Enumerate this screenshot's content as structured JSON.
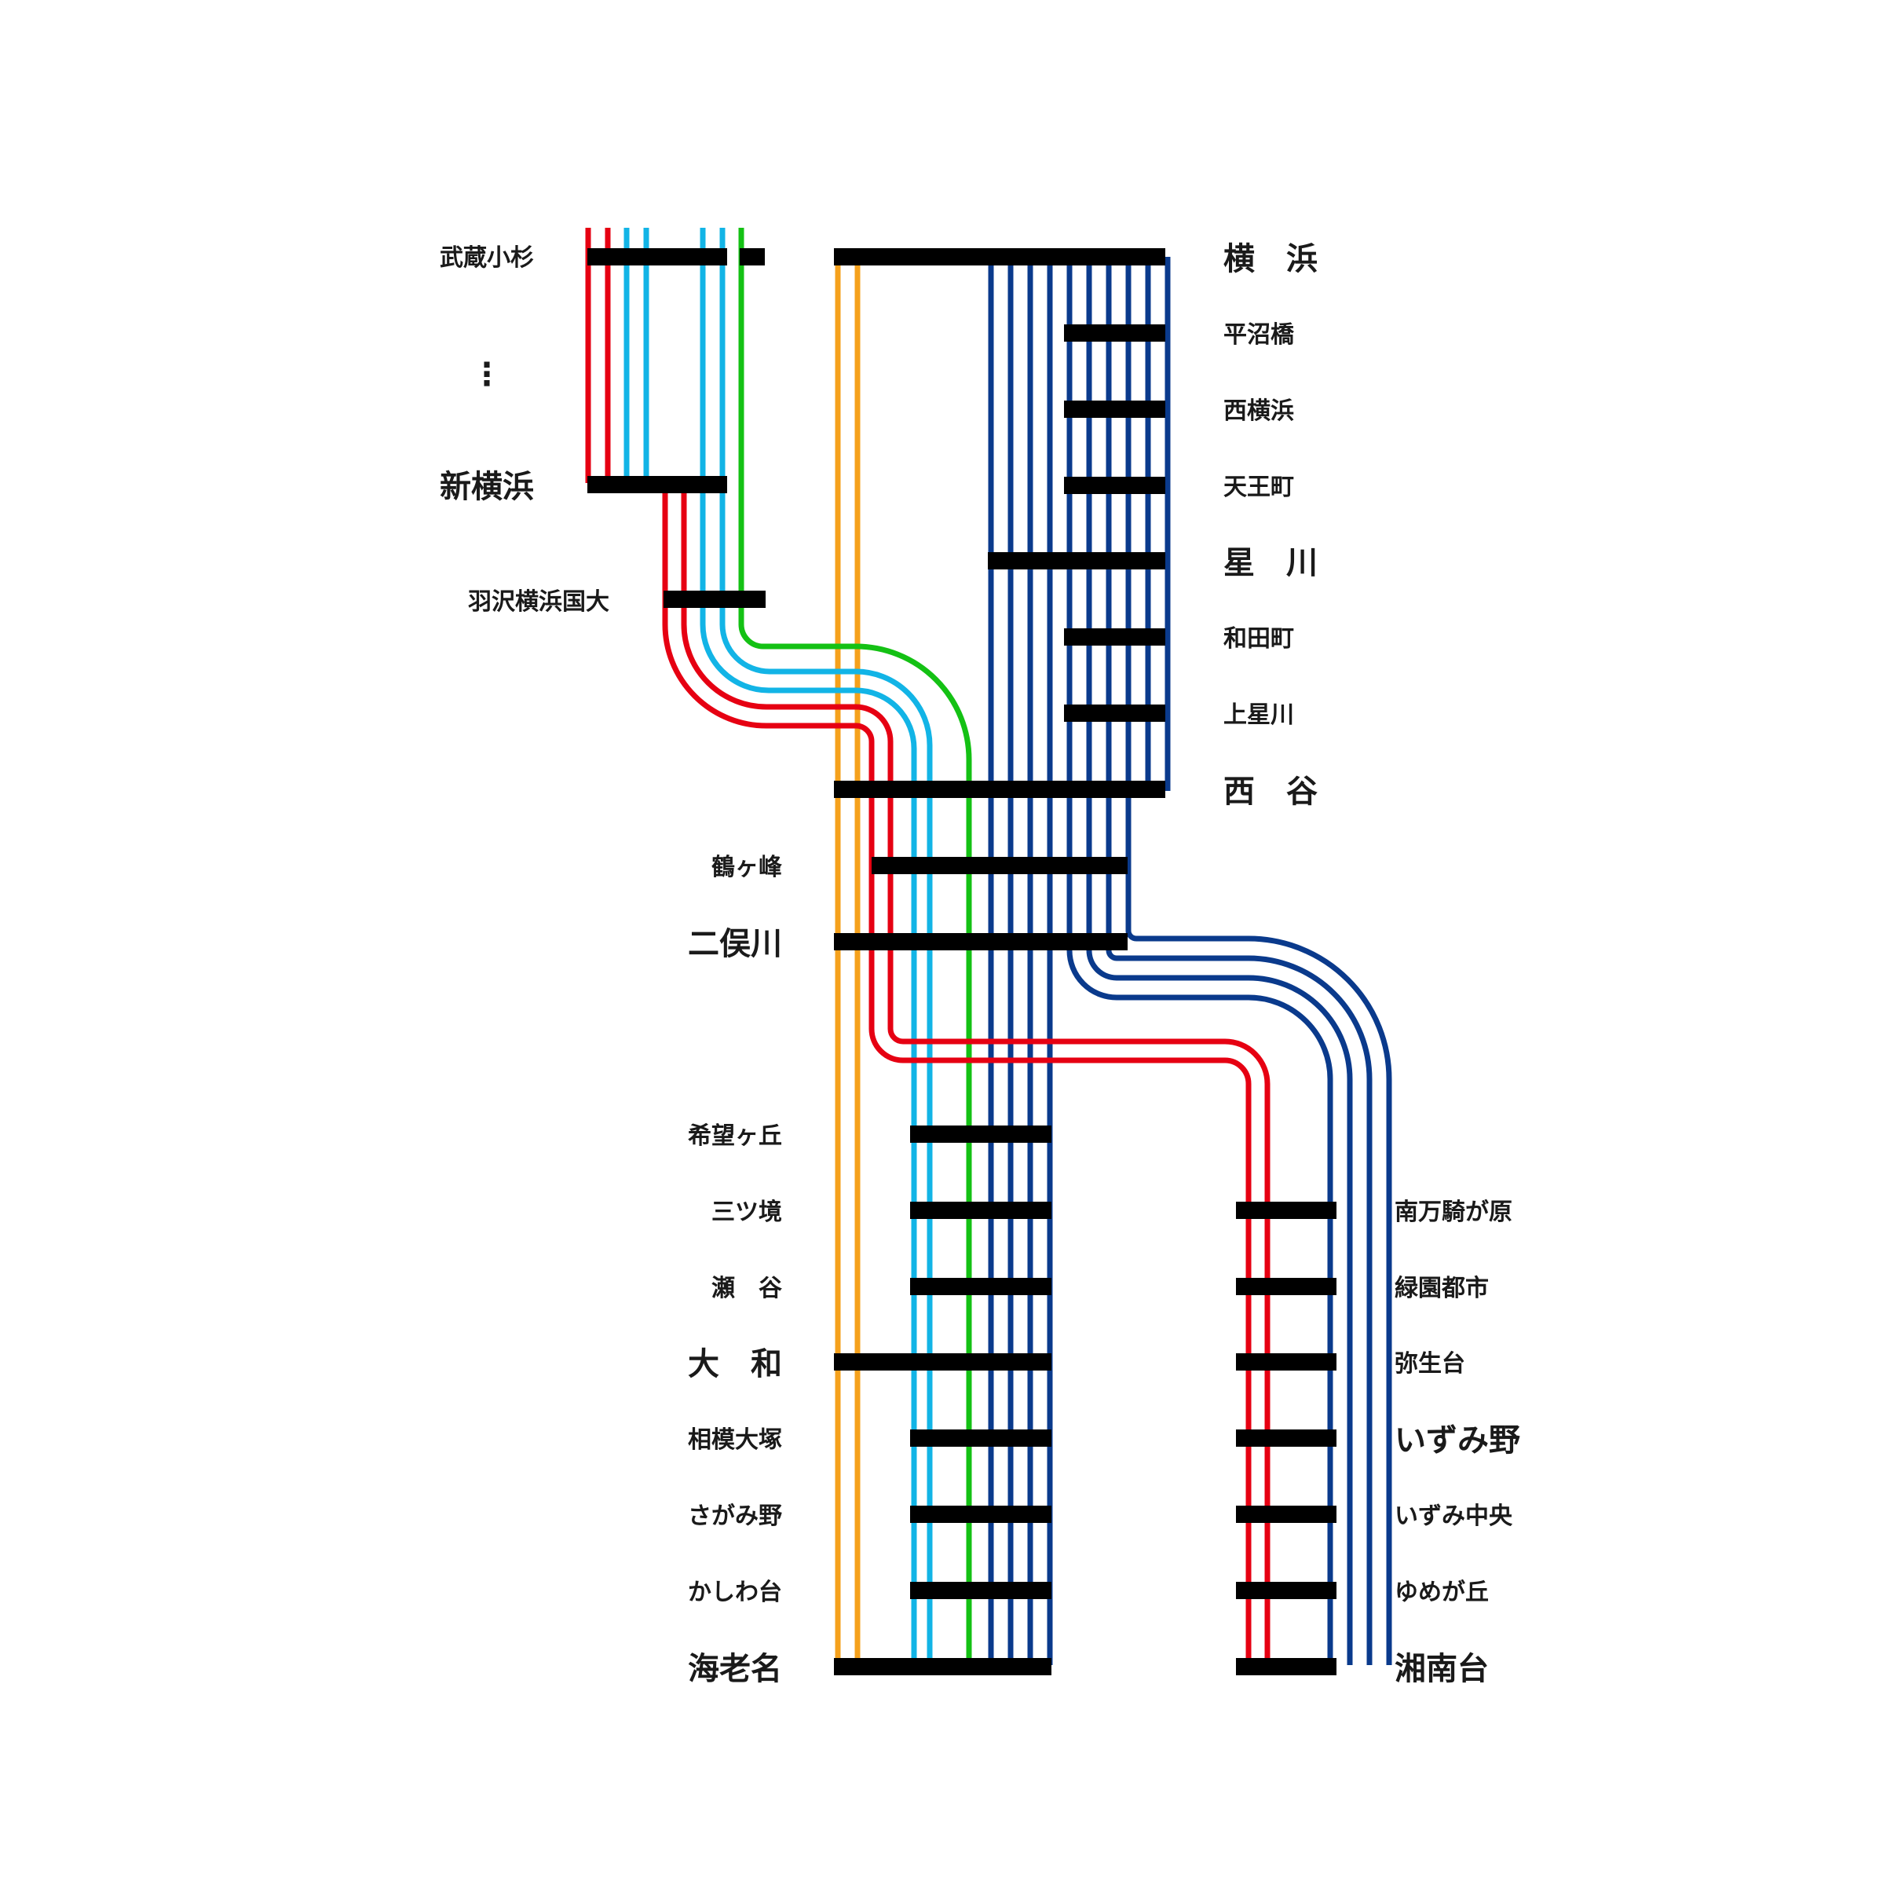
{
  "colors": {
    "red": "#e60012",
    "sky": "#12b4e6",
    "green": "#14c114",
    "orange": "#f5a11c",
    "navy": "#0a3a8c",
    "bar": "#000000",
    "text": "#1a1a1a"
  },
  "stations": {
    "musashikosugi": "武蔵小杉",
    "ellipsis": "⋮",
    "shinyokohama": "新横浜",
    "hazawa": "羽沢横浜国大",
    "yokohama": "横　浜",
    "hiranumabashi": "平沼橋",
    "nishiyokohama": "西横浜",
    "tennocho": "天王町",
    "hoshikawa": "星　川",
    "wadamachi": "和田町",
    "kamihoshikawa": "上星川",
    "nishiya": "西　谷",
    "tsurugamine": "鶴ヶ峰",
    "futamatagawa": "二俣川",
    "kibogaoka": "希望ヶ丘",
    "mitsukyo": "三ツ境",
    "seya": "瀬　谷",
    "yamato": "大　和",
    "sagamiotsuka": "相模大塚",
    "sagamino": "さがみ野",
    "kashiwadai": "かしわ台",
    "ebina": "海老名",
    "minamimakigahara": "南万騎が原",
    "ryokuentoshi": "緑園都市",
    "yayoidai": "弥生台",
    "izumino": "いずみ野",
    "izumichuo": "いずみ中央",
    "yumegaoka": "ゆめが丘",
    "shonandai": "湘南台"
  }
}
